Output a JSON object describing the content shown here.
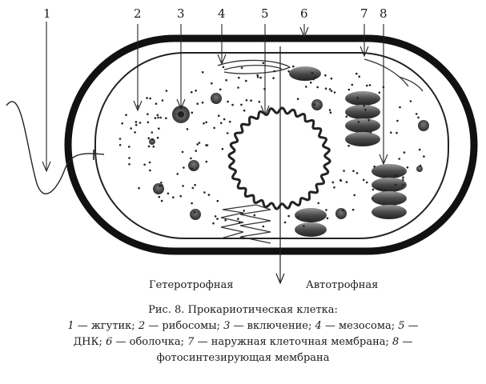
{
  "labels": {
    "n1": "1",
    "n2": "2",
    "n3": "3",
    "n4": "4",
    "n5": "5",
    "n6": "6",
    "n7": "7",
    "n8": "8"
  },
  "sides": {
    "left": "Гетеротрофная",
    "right": "Автотрофная"
  },
  "caption": {
    "title": "Рис. 8. Прокариотическая клетка:",
    "items": [
      {
        "num": "1",
        "text": " — жгутик; "
      },
      {
        "num": "2",
        "text": " — рибосомы; "
      },
      {
        "num": "3",
        "text": " — включение; "
      },
      {
        "num": "4",
        "text": " — мезосома; "
      },
      {
        "num": "5",
        "text": " — ДНК; "
      },
      {
        "num": "6",
        "text": " — оболочка; "
      },
      {
        "num": "7",
        "text": " — наружная клеточная мембрана; "
      },
      {
        "num": "8",
        "text": " — фотосинтезирующая мембрана"
      }
    ]
  }
}
